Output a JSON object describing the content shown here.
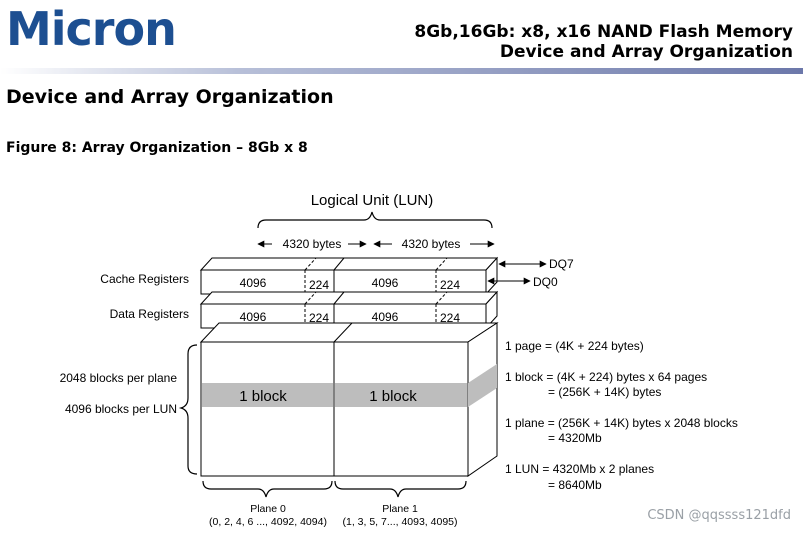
{
  "header": {
    "logo_text": "Micron",
    "title_line1": "8Gb,16Gb: x8, x16 NAND Flash Memory",
    "title_line2": "Device and Array Organization"
  },
  "section_title": "Device and Array Organization",
  "figure_caption": "Figure 8: Array Organization – 8Gb x 8",
  "diagram": {
    "lun_label": "Logical Unit (LUN)",
    "bytes_left": "4320 bytes",
    "bytes_right": "4320 bytes",
    "dq7": "DQ7",
    "dq0": "DQ0",
    "cache_registers": "Cache Registers",
    "data_registers": "Data Registers",
    "reg_main": "4096",
    "reg_spare": "224",
    "blocks_per_plane": "2048 blocks per plane",
    "blocks_per_lun": "4096 blocks per LUN",
    "block_label": "1 block",
    "plane0_title": "Plane 0",
    "plane0_blocks": "(0, 2, 4, 6 ..., 4092, 4094)",
    "plane1_title": "Plane 1",
    "plane1_blocks": "(1, 3, 5, 7..., 4093, 4095)",
    "notes": {
      "page": "1 page = (4K + 224 bytes)",
      "block_a": "1 block = (4K + 224) bytes x 64 pages",
      "block_b": "= (256K + 14K) bytes",
      "plane_a": "1 plane = (256K + 14K) bytes x 2048 blocks",
      "plane_b": "= 4320Mb",
      "lun_a": "1 LUN  = 4320Mb x 2 planes",
      "lun_b": "= 8640Mb"
    }
  },
  "watermark": "CSDN @qqssss121dfd"
}
